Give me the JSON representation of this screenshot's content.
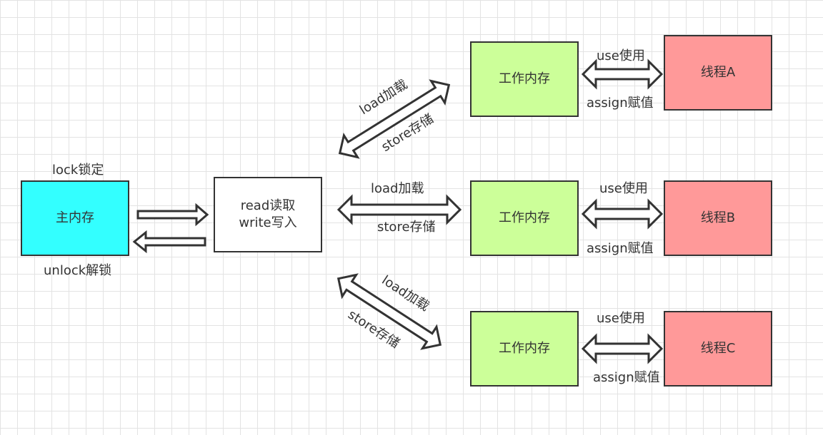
{
  "main_memory": {
    "label": "主内存",
    "top_label": "lock锁定",
    "bottom_label": "unlock解锁",
    "color": "#33ffff"
  },
  "read_write": {
    "line1": "read读取",
    "line2": "write写入"
  },
  "workers": [
    {
      "work_memory": "工作内存",
      "thread": "线程A",
      "load": "load加载",
      "store": "store存储",
      "use": "use使用",
      "assign": "assign赋值"
    },
    {
      "work_memory": "工作内存",
      "thread": "线程B",
      "load": "load加载",
      "store": "store存储",
      "use": "use使用",
      "assign": "assign赋值"
    },
    {
      "work_memory": "工作内存",
      "thread": "线程C",
      "load": "load加载",
      "store": "store存储",
      "use": "use使用",
      "assign": "assign赋值"
    }
  ],
  "colors": {
    "work_memory": "#ccff99",
    "thread": "#ff9999",
    "border": "#333333"
  }
}
